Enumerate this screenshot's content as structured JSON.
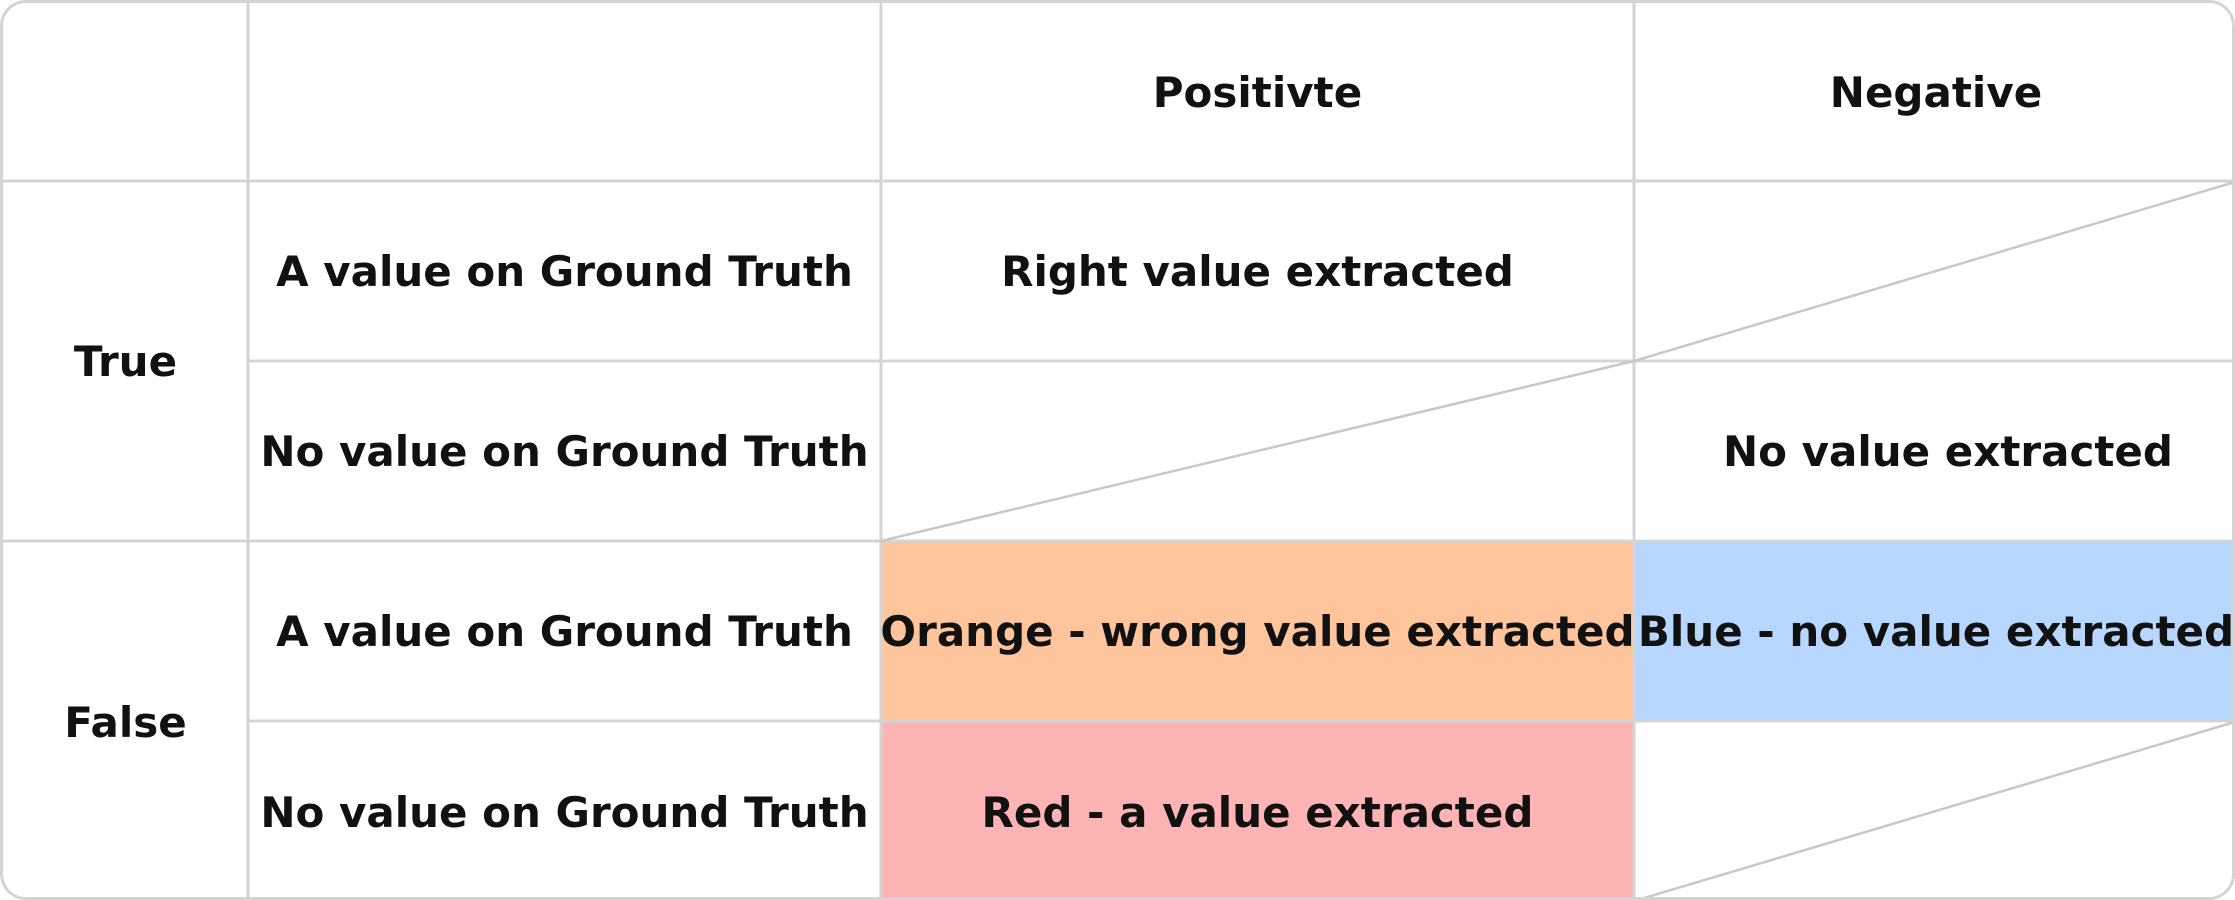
{
  "header": {
    "positive_label": "Positivte",
    "negative_label": "Negative"
  },
  "groups": {
    "true_label": "True",
    "false_label": "False"
  },
  "rows": {
    "row1_label": "A value on Ground Truth",
    "row2_label": "No value on Ground Truth",
    "row3_label": "A value on Ground Truth",
    "row4_label": "No value on Ground Truth"
  },
  "cells": {
    "true_positive": "Right value extracted",
    "true_negative": "No value extracted",
    "false_negative_a": "Orange - wrong value extracted",
    "false_negative_b": "Blue - no value extracted",
    "false_positive": "Red - a value extracted"
  },
  "colors": {
    "orange": "#fec49c",
    "blue": "#b7d7fe",
    "red": "#feb4b4",
    "grid": "#d4d4d4",
    "text": "#111111"
  }
}
